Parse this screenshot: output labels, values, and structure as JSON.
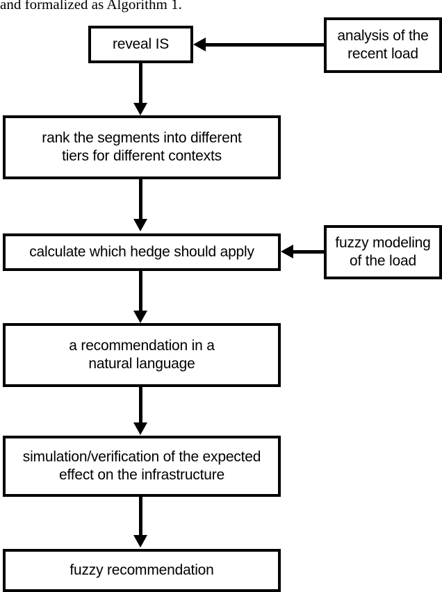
{
  "caption": {
    "text": "and formalized as Algorithm 1."
  },
  "diagram": {
    "type": "flowchart",
    "orientation": "top-to-bottom",
    "nodes": [
      {
        "id": "reveal-is",
        "label": "reveal IS",
        "column": "main"
      },
      {
        "id": "rank-segments",
        "label": "rank the segments into different tiers for different contexts",
        "column": "main"
      },
      {
        "id": "calculate-hedge",
        "label": "calculate which hedge should apply",
        "column": "main"
      },
      {
        "id": "recommendation",
        "label": "a recommendation in a natural language",
        "column": "main"
      },
      {
        "id": "simulation",
        "label": "simulation/verification of the expected effect on the infrastructure",
        "column": "main"
      },
      {
        "id": "fuzzy-recommendation",
        "label": "fuzzy recommendation",
        "column": "main"
      },
      {
        "id": "analysis-load",
        "label": "analysis of the recent load",
        "column": "side"
      },
      {
        "id": "fuzzy-modeling",
        "label": "fuzzy modeling of the load",
        "column": "side"
      }
    ],
    "node_lines": {
      "reveal_is": [
        "reveal IS"
      ],
      "rank_segments": [
        "rank the segments into different",
        "tiers for different contexts"
      ],
      "calculate_hedge": [
        "calculate which hedge should apply"
      ],
      "recommendation": [
        "a recommendation in a",
        "natural language"
      ],
      "simulation": [
        "simulation/verification of the expected",
        "effect on the infrastructure"
      ],
      "fuzzy_recommendation": [
        "fuzzy recommendation"
      ],
      "analysis_load": [
        "analysis of the",
        "recent load"
      ],
      "fuzzy_modeling": [
        "fuzzy modeling",
        "of the load"
      ]
    },
    "edges": [
      {
        "from": "reveal-is",
        "to": "rank-segments",
        "direction": "down"
      },
      {
        "from": "rank-segments",
        "to": "calculate-hedge",
        "direction": "down"
      },
      {
        "from": "calculate-hedge",
        "to": "recommendation",
        "direction": "down"
      },
      {
        "from": "recommendation",
        "to": "simulation",
        "direction": "down"
      },
      {
        "from": "simulation",
        "to": "fuzzy-recommendation",
        "direction": "down"
      },
      {
        "from": "analysis-load",
        "to": "reveal-is",
        "direction": "left"
      },
      {
        "from": "fuzzy-modeling",
        "to": "calculate-hedge",
        "direction": "left"
      }
    ],
    "colors": {
      "stroke": "#000000",
      "fill": "#ffffff",
      "text": "#000000"
    }
  }
}
